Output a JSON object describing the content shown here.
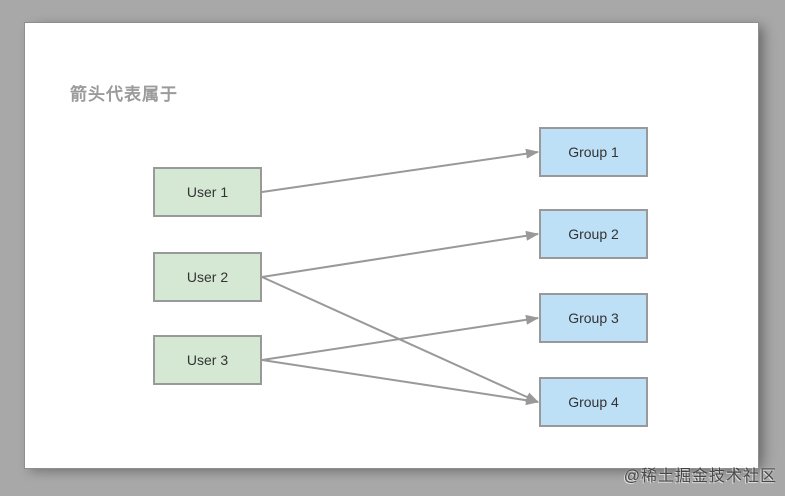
{
  "title": {
    "text": "箭头代表属于",
    "color": "#9b9b9b"
  },
  "diagram": {
    "users": [
      {
        "id": "user1",
        "label": "User 1"
      },
      {
        "id": "user2",
        "label": "User 2"
      },
      {
        "id": "user3",
        "label": "User 3"
      }
    ],
    "groups": [
      {
        "id": "group1",
        "label": "Group 1"
      },
      {
        "id": "group2",
        "label": "Group 2"
      },
      {
        "id": "group3",
        "label": "Group 3"
      },
      {
        "id": "group4",
        "label": "Group 4"
      }
    ],
    "edges": [
      {
        "from": "user1",
        "to": "group1"
      },
      {
        "from": "user2",
        "to": "group2"
      },
      {
        "from": "user2",
        "to": "group4"
      },
      {
        "from": "user3",
        "to": "group3"
      },
      {
        "from": "user3",
        "to": "group4"
      }
    ],
    "colors": {
      "user_fill": "#d5e8d4",
      "group_fill": "#bee0f7",
      "box_border": "#999999",
      "arrow": "#999999",
      "label_text": "#333333",
      "frame": "#a8a8a8",
      "canvas": "#ffffff"
    }
  },
  "watermark": {
    "text": "@稀土掘金技术社区"
  }
}
